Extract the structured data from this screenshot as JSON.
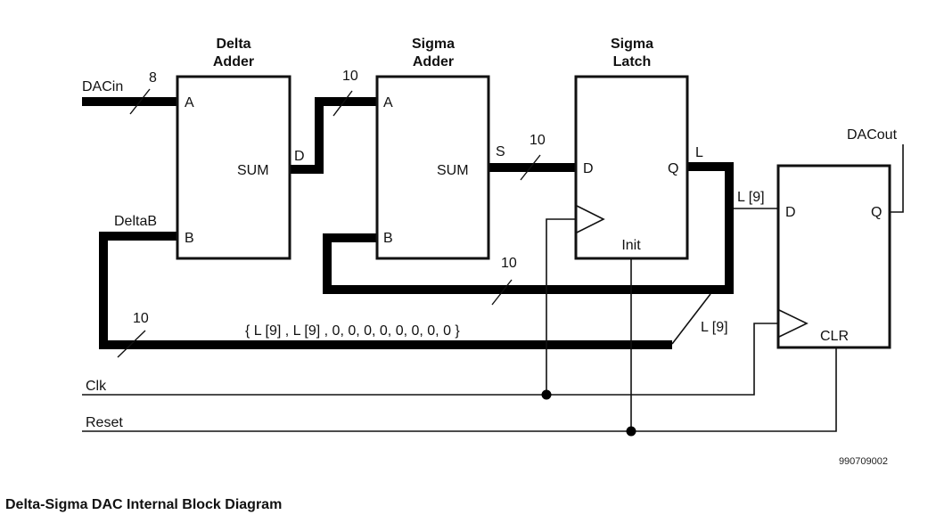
{
  "diagram": {
    "blocks": {
      "delta_adder": {
        "title_line1": "Delta",
        "title_line2": "Adder",
        "port_a": "A",
        "port_b": "B",
        "port_sum": "SUM"
      },
      "sigma_adder": {
        "title_line1": "Sigma",
        "title_line2": "Adder",
        "port_a": "A",
        "port_b": "B",
        "port_sum": "SUM"
      },
      "sigma_latch": {
        "title_line1": "Sigma",
        "title_line2": "Latch",
        "port_d": "D",
        "port_q": "Q",
        "port_init": "Init"
      },
      "output_ff": {
        "port_d": "D",
        "port_q": "Q",
        "port_clr": "CLR"
      }
    },
    "signals": {
      "dacin": "DACin",
      "dacin_width": "8",
      "d_net": "D",
      "d_width": "10",
      "s_net": "S",
      "s_width": "10",
      "l_net": "L",
      "l9_to_ff": "L [9]",
      "l9_feedback": "L [9]",
      "feedback_width": "10",
      "deltab": "DeltaB",
      "deltab_width": "10",
      "deltab_value": "{ L [9] , L [9] , 0, 0, 0, 0, 0, 0, 0, 0 }",
      "clk": "Clk",
      "reset": "Reset",
      "dacout": "DACout"
    },
    "figure_id": "990709002",
    "caption": "Delta-Sigma DAC Internal Block Diagram"
  }
}
